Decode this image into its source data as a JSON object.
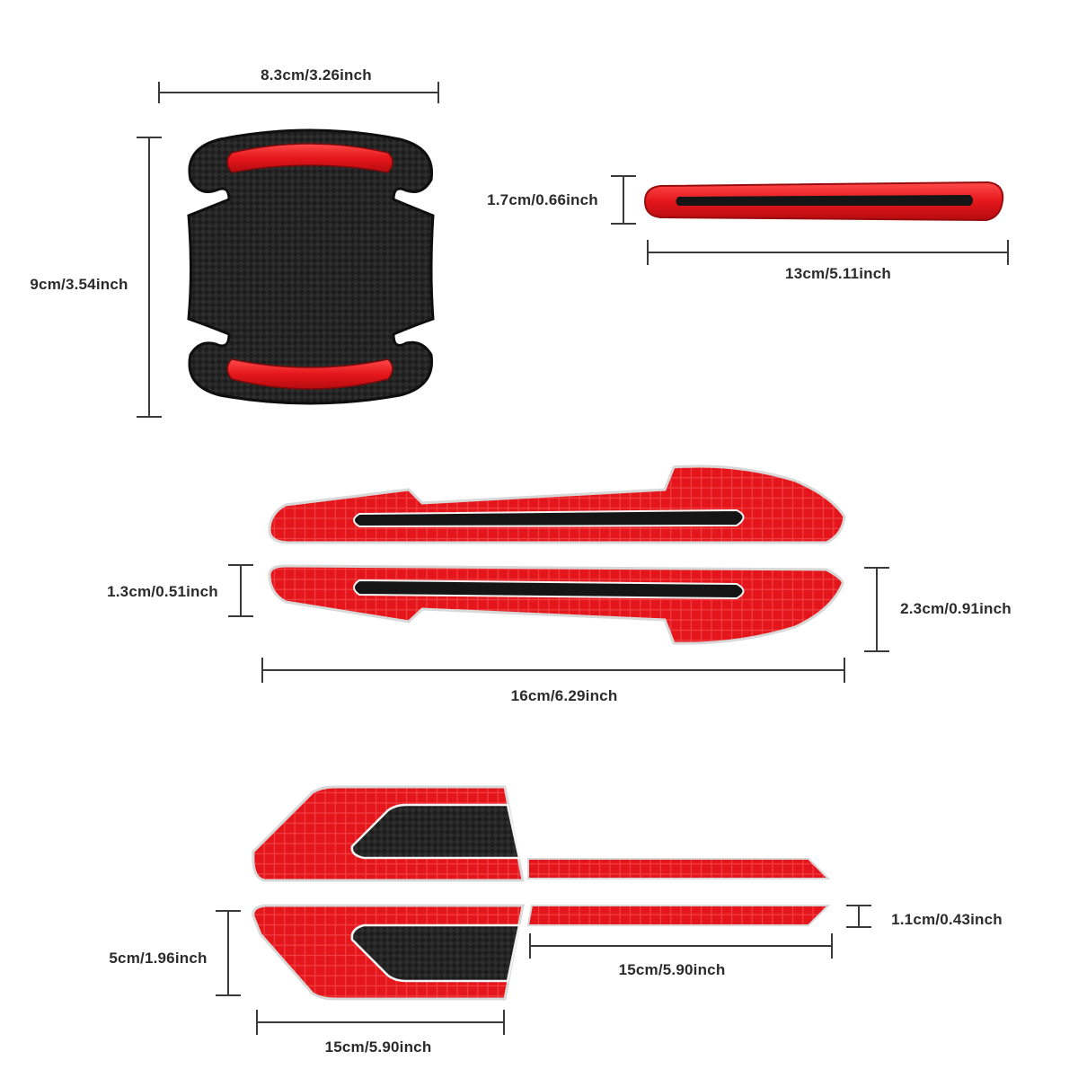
{
  "colors": {
    "background": "#ffffff",
    "reflector_red": "#e5161b",
    "reflector_dark_red": "#b30c10",
    "carbon_black": "#1c1c1c",
    "dimension_line": "#3a3a3a"
  },
  "products": [
    {
      "id": "door-bowl-guard",
      "dimensions": {
        "width": "8.3cm/3.26inch",
        "height": "9cm/3.54inch"
      }
    },
    {
      "id": "slim-reflector-strip",
      "dimensions": {
        "height": "1.7cm/0.66inch",
        "width": "13cm/5.11inch"
      }
    },
    {
      "id": "long-reflector-strip",
      "dimensions": {
        "narrow_height": "1.3cm/0.51inch",
        "wide_height": "2.3cm/0.91inch",
        "width": "16cm/6.29inch"
      }
    },
    {
      "id": "blade-reflector-strip",
      "dimensions": {
        "tail_height": "1.1cm/0.43inch",
        "tail_width": "15cm/5.90inch",
        "height": "5cm/1.96inch",
        "width": "15cm/5.90inch"
      }
    }
  ]
}
